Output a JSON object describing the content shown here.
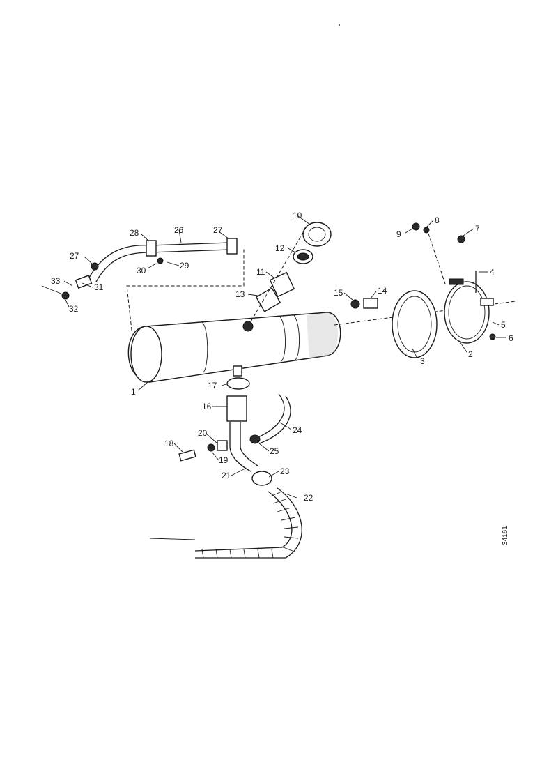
{
  "diagram": {
    "labels": [
      "1",
      "2",
      "3",
      "4",
      "5",
      "6",
      "7",
      "8",
      "9",
      "10",
      "11",
      "12",
      "13",
      "14",
      "15",
      "16",
      "17",
      "18",
      "19",
      "20",
      "21",
      "22",
      "23",
      "24",
      "25",
      "26",
      "27",
      "27",
      "28",
      "29",
      "30",
      "31",
      "32",
      "33"
    ],
    "drawing_code": "34161"
  }
}
